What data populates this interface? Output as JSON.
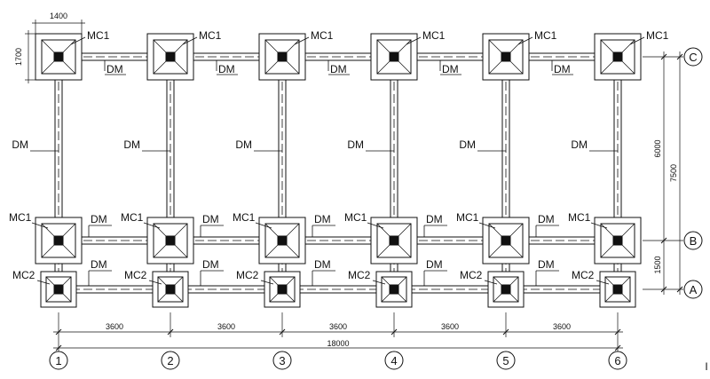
{
  "plan": {
    "columns": [
      "1",
      "2",
      "3",
      "4",
      "5",
      "6"
    ],
    "rows": [
      "C",
      "B",
      "A"
    ],
    "top_width_label": "1400",
    "top_height_label": "1700",
    "bay_label": "3600",
    "total_label": "18000",
    "right_upper_label": "6000",
    "right_lower_label": "1500",
    "right_total_label": "7500",
    "footing_c": "MC1",
    "footing_b": "MC1",
    "footing_a": "MC2",
    "beam_label": "DM",
    "stray_mark": "I"
  }
}
